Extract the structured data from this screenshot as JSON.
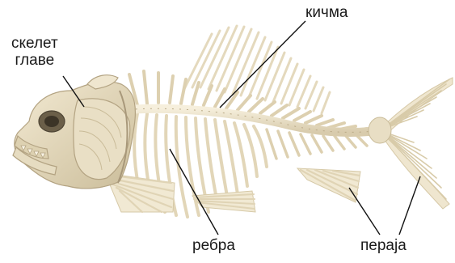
{
  "labels": {
    "head_line1": "скелет",
    "head_line2": "главе",
    "spine": "кичма",
    "ribs": "ребра",
    "fins": "пераја"
  },
  "colors": {
    "bone": "#eee5cf",
    "bone_shade": "#c9bb98",
    "bone_dark": "#a8987a",
    "leader_line": "#111111"
  }
}
